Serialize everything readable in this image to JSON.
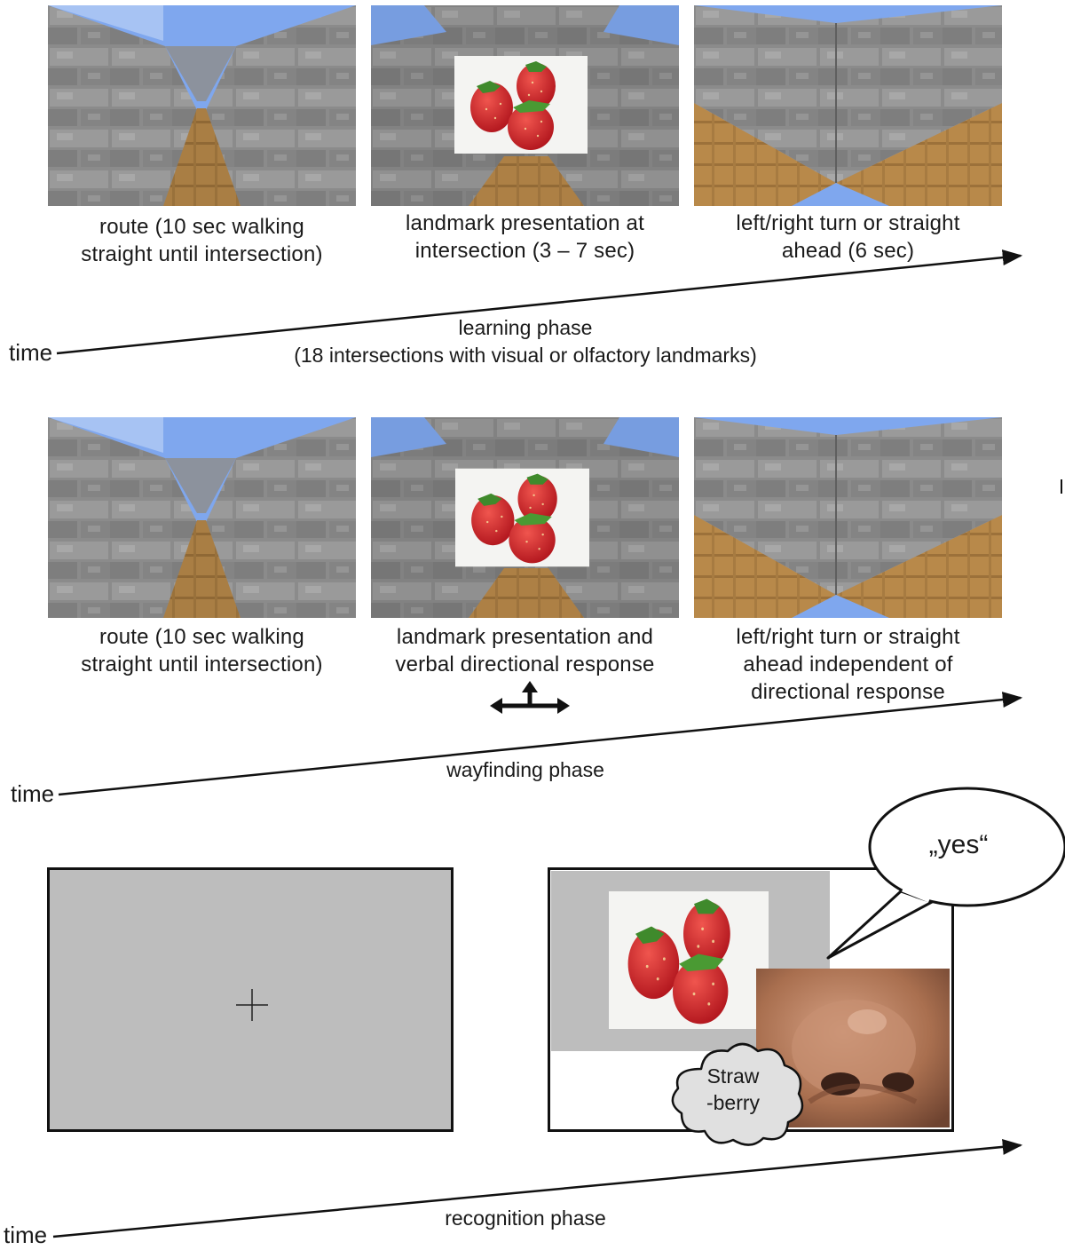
{
  "learning": {
    "captions": [
      {
        "line1": "route (10 sec walking",
        "line2": "straight until intersection)"
      },
      {
        "line1": "landmark presentation at",
        "line2": "intersection (3 – 7 sec)"
      },
      {
        "line1": "left/right turn or straight",
        "line2": "ahead (6 sec)"
      }
    ],
    "phase_title": "learning phase",
    "phase_subtitle": "(18 intersections with visual or olfactory landmarks)",
    "time_label": "time"
  },
  "wayfinding": {
    "captions": [
      {
        "line1": "route (10 sec walking",
        "line2": "straight until intersection)"
      },
      {
        "line1": "landmark presentation and",
        "line2": "verbal directional response"
      },
      {
        "line1": "left/right turn or straight",
        "line2": "ahead independent of",
        "line3": "directional response"
      }
    ],
    "phase_title": "wayfinding phase",
    "time_label": "time"
  },
  "recognition": {
    "speech": "„yes“",
    "thought_line1": "Straw",
    "thought_line2": "-berry",
    "phase_title": "recognition phase",
    "time_label": "time"
  },
  "colors": {
    "sky": "#7fa7ee",
    "wall": "#8a8a8a",
    "floor": "#b98a4a",
    "gray_screen": "#bdbdbd",
    "berry": "#d6242b",
    "leaf": "#3f8a2c",
    "skin": "#b07a5a"
  }
}
